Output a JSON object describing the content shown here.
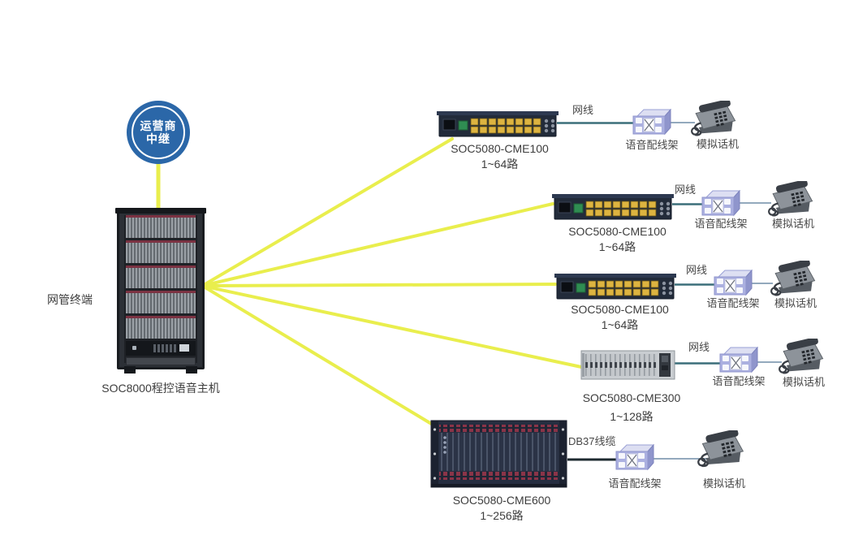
{
  "diagram": {
    "operator_node": {
      "line1": "运营商",
      "line2": "中继"
    },
    "nms_label": "网管终端",
    "host_label": "SOC8000程控语音主机",
    "branches": [
      {
        "model": "SOC5080-CME100",
        "capacity": "1~64路",
        "cable_label": "网线",
        "frame_label": "语音配线架",
        "phone_label": "模拟话机"
      },
      {
        "model": "SOC5080-CME100",
        "capacity": "1~64路",
        "cable_label": "网线",
        "frame_label": "语音配线架",
        "phone_label": "模拟话机"
      },
      {
        "model": "SOC5080-CME100",
        "capacity": "1~64路",
        "cable_label": "网线",
        "frame_label": "语音配线架",
        "phone_label": "模拟话机"
      },
      {
        "model": "SOC5080-CME300",
        "capacity": "1~128路",
        "cable_label": "网线",
        "frame_label": "语音配线架",
        "phone_label": "模拟话机"
      },
      {
        "model": "SOC5080-CME600",
        "capacity": "1~256路",
        "cable_label": "DB37线缆",
        "frame_label": "语音配线架",
        "phone_label": "模拟话机"
      }
    ],
    "colors": {
      "trunk_line_yellow": "#e9ee4d",
      "cable_dark_teal": "#3b6f7a",
      "cable_light_gray": "#93a9bd",
      "operator_blue": "#2b67a8",
      "frame_purple": "#abb0e0",
      "device_navy": "#222b3a"
    }
  }
}
